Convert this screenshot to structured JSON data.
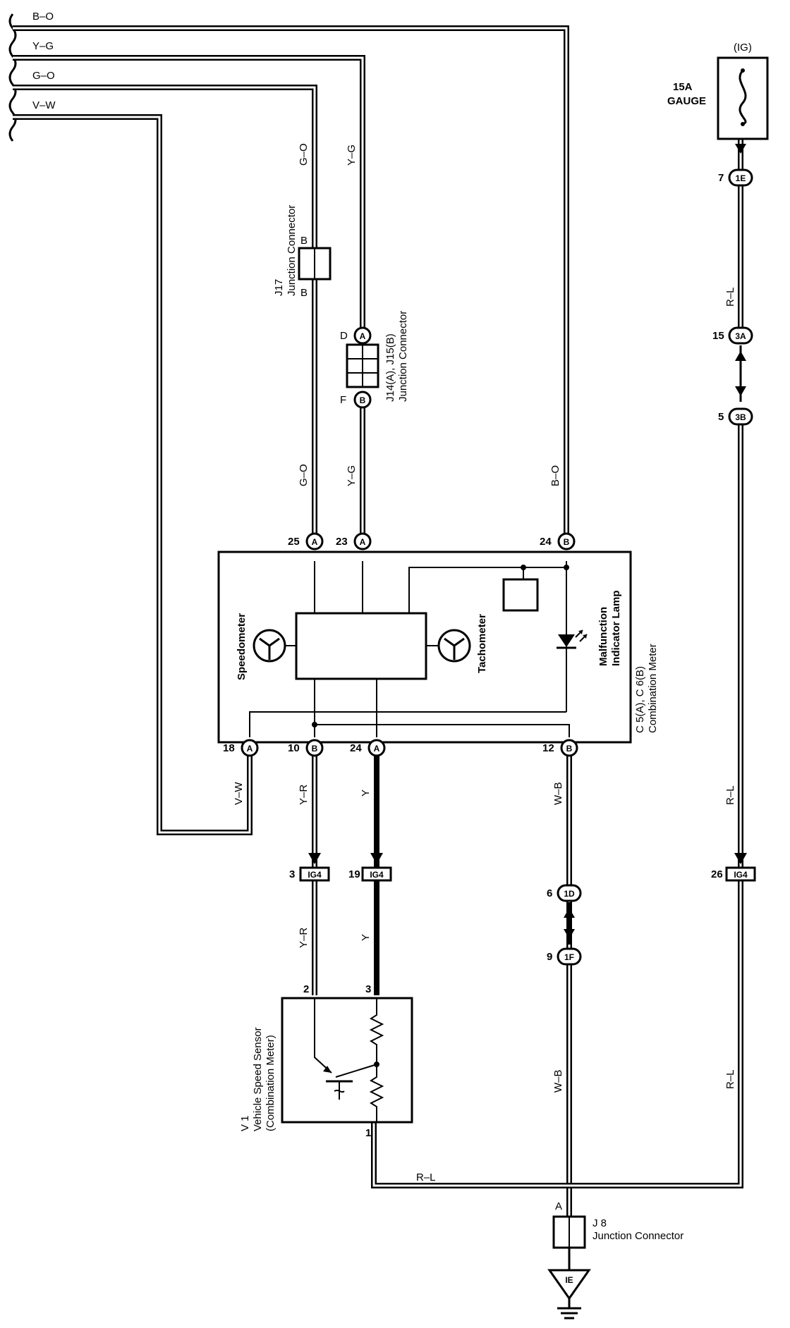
{
  "wires": {
    "b_o": "B–O",
    "y_g": "Y–G",
    "g_o": "G–O",
    "v_w": "V–W",
    "r_l": "R–L",
    "w_b": "W–B",
    "y_r": "Y–R",
    "y": "Y"
  },
  "fuse": {
    "source": "(IG)",
    "rating": "15A",
    "name": "GAUGE"
  },
  "connectors": {
    "j17": {
      "id": "J17",
      "name": "Junction Connector",
      "pin_top": "B",
      "pin_bottom": "B"
    },
    "j14_j15": {
      "id": "J14(A), J15(B)",
      "name": "Junction Connector",
      "pin_top": "D",
      "pin_bottom": "F",
      "letter_a": "A",
      "letter_b": "B"
    },
    "j8": {
      "id": "J 8",
      "name": "Junction Connector",
      "pin": "A"
    },
    "ground": "IE"
  },
  "meter": {
    "id": "C 5(A), C 6(B)",
    "name": "Combination Meter",
    "speedometer": "Speedometer",
    "tachometer": "Tachometer",
    "mil_line1": "Malfunction",
    "mil_line2": "Indicator Lamp",
    "top_pins": [
      {
        "num": "25",
        "letter": "A"
      },
      {
        "num": "23",
        "letter": "A"
      },
      {
        "num": "24",
        "letter": "B"
      }
    ],
    "bottom_pins": [
      {
        "num": "18",
        "letter": "A"
      },
      {
        "num": "10",
        "letter": "B"
      },
      {
        "num": "24",
        "letter": "A"
      },
      {
        "num": "12",
        "letter": "B"
      }
    ]
  },
  "sensor": {
    "id": "V 1",
    "name": "Vehicle Speed Sensor",
    "sub": "(Combination Meter)",
    "pin_1": "1",
    "pin_2": "2",
    "pin_3": "3"
  },
  "splices": {
    "ig4": "IG4",
    "ig4_pin_a": "3",
    "ig4_pin_b": "19",
    "ig4_pin_c": "26",
    "s1e": {
      "num": "7",
      "code": "1E"
    },
    "s3a": {
      "num": "15",
      "code": "3A"
    },
    "s3b": {
      "num": "5",
      "code": "3B"
    },
    "s1d": {
      "num": "6",
      "code": "1D"
    },
    "s1f": {
      "num": "9",
      "code": "1F"
    }
  }
}
